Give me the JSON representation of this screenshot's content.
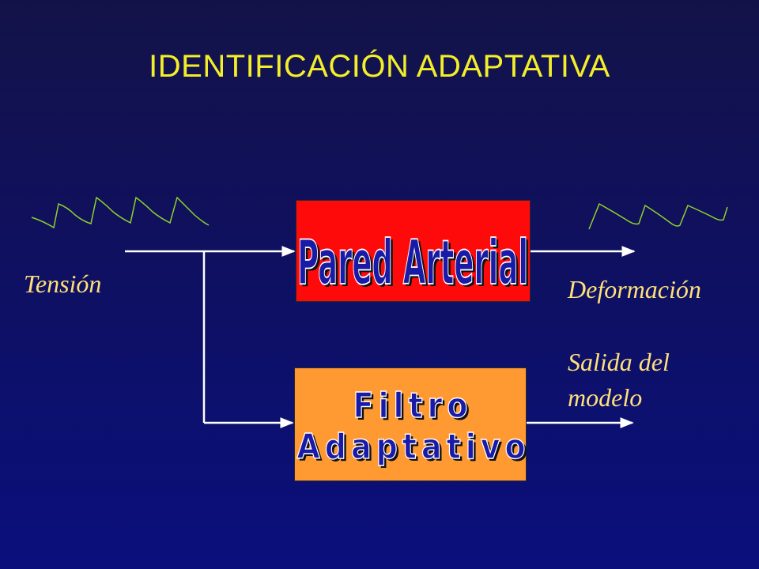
{
  "title": "IDENTIFICACIÓN ADAPTATIVA",
  "labels": {
    "input": "Tensión",
    "output": "Deformación",
    "model_output_line1": "Salida del",
    "model_output_line2": "modelo"
  },
  "blocks": {
    "system": "Pared Arterial",
    "filter_line1": "Filtro",
    "filter_line2": "Adaptativo"
  },
  "colors": {
    "title": "#f2ee2a",
    "labels": "#ffe07a",
    "system_fill": "#ff0a0a",
    "filter_fill": "#ff9a33",
    "block_text": "#1a1aa8",
    "waveform": "#8fd12a",
    "arrows": "#ffffff"
  }
}
